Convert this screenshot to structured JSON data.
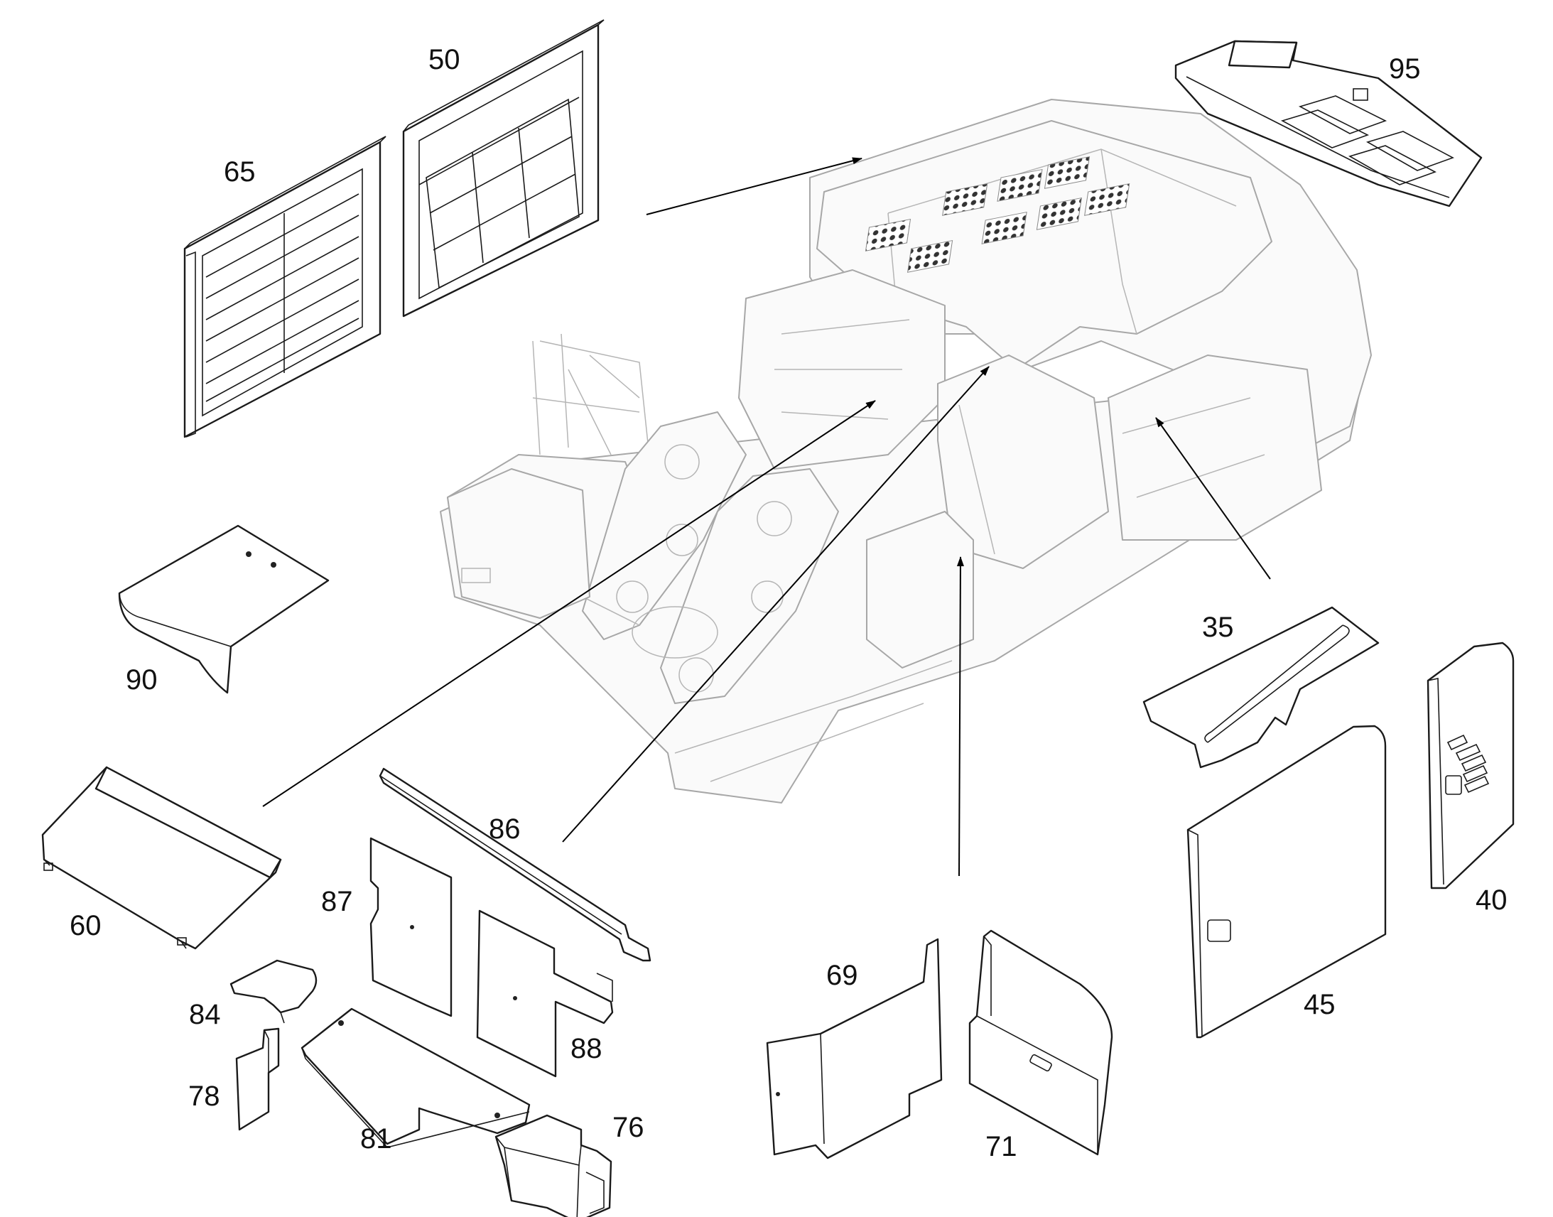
{
  "diagram": {
    "style": "exploded-view line drawing",
    "colors": {
      "background": "#ffffff",
      "line": "#1a1a1a",
      "ghost_machine": "#a7a7a7",
      "label": "#111111"
    },
    "parts": [
      {
        "id": "p95",
        "label": "95"
      },
      {
        "id": "p50",
        "label": "50"
      },
      {
        "id": "p65",
        "label": "65"
      },
      {
        "id": "p90",
        "label": "90"
      },
      {
        "id": "p35",
        "label": "35"
      },
      {
        "id": "p40",
        "label": "40"
      },
      {
        "id": "p45",
        "label": "45"
      },
      {
        "id": "p60",
        "label": "60"
      },
      {
        "id": "p86",
        "label": "86"
      },
      {
        "id": "p87",
        "label": "87"
      },
      {
        "id": "p84",
        "label": "84"
      },
      {
        "id": "p88",
        "label": "88"
      },
      {
        "id": "p78",
        "label": "78"
      },
      {
        "id": "p81",
        "label": "81"
      },
      {
        "id": "p76",
        "label": "76"
      },
      {
        "id": "p69",
        "label": "69"
      },
      {
        "id": "p71",
        "label": "71"
      }
    ]
  }
}
